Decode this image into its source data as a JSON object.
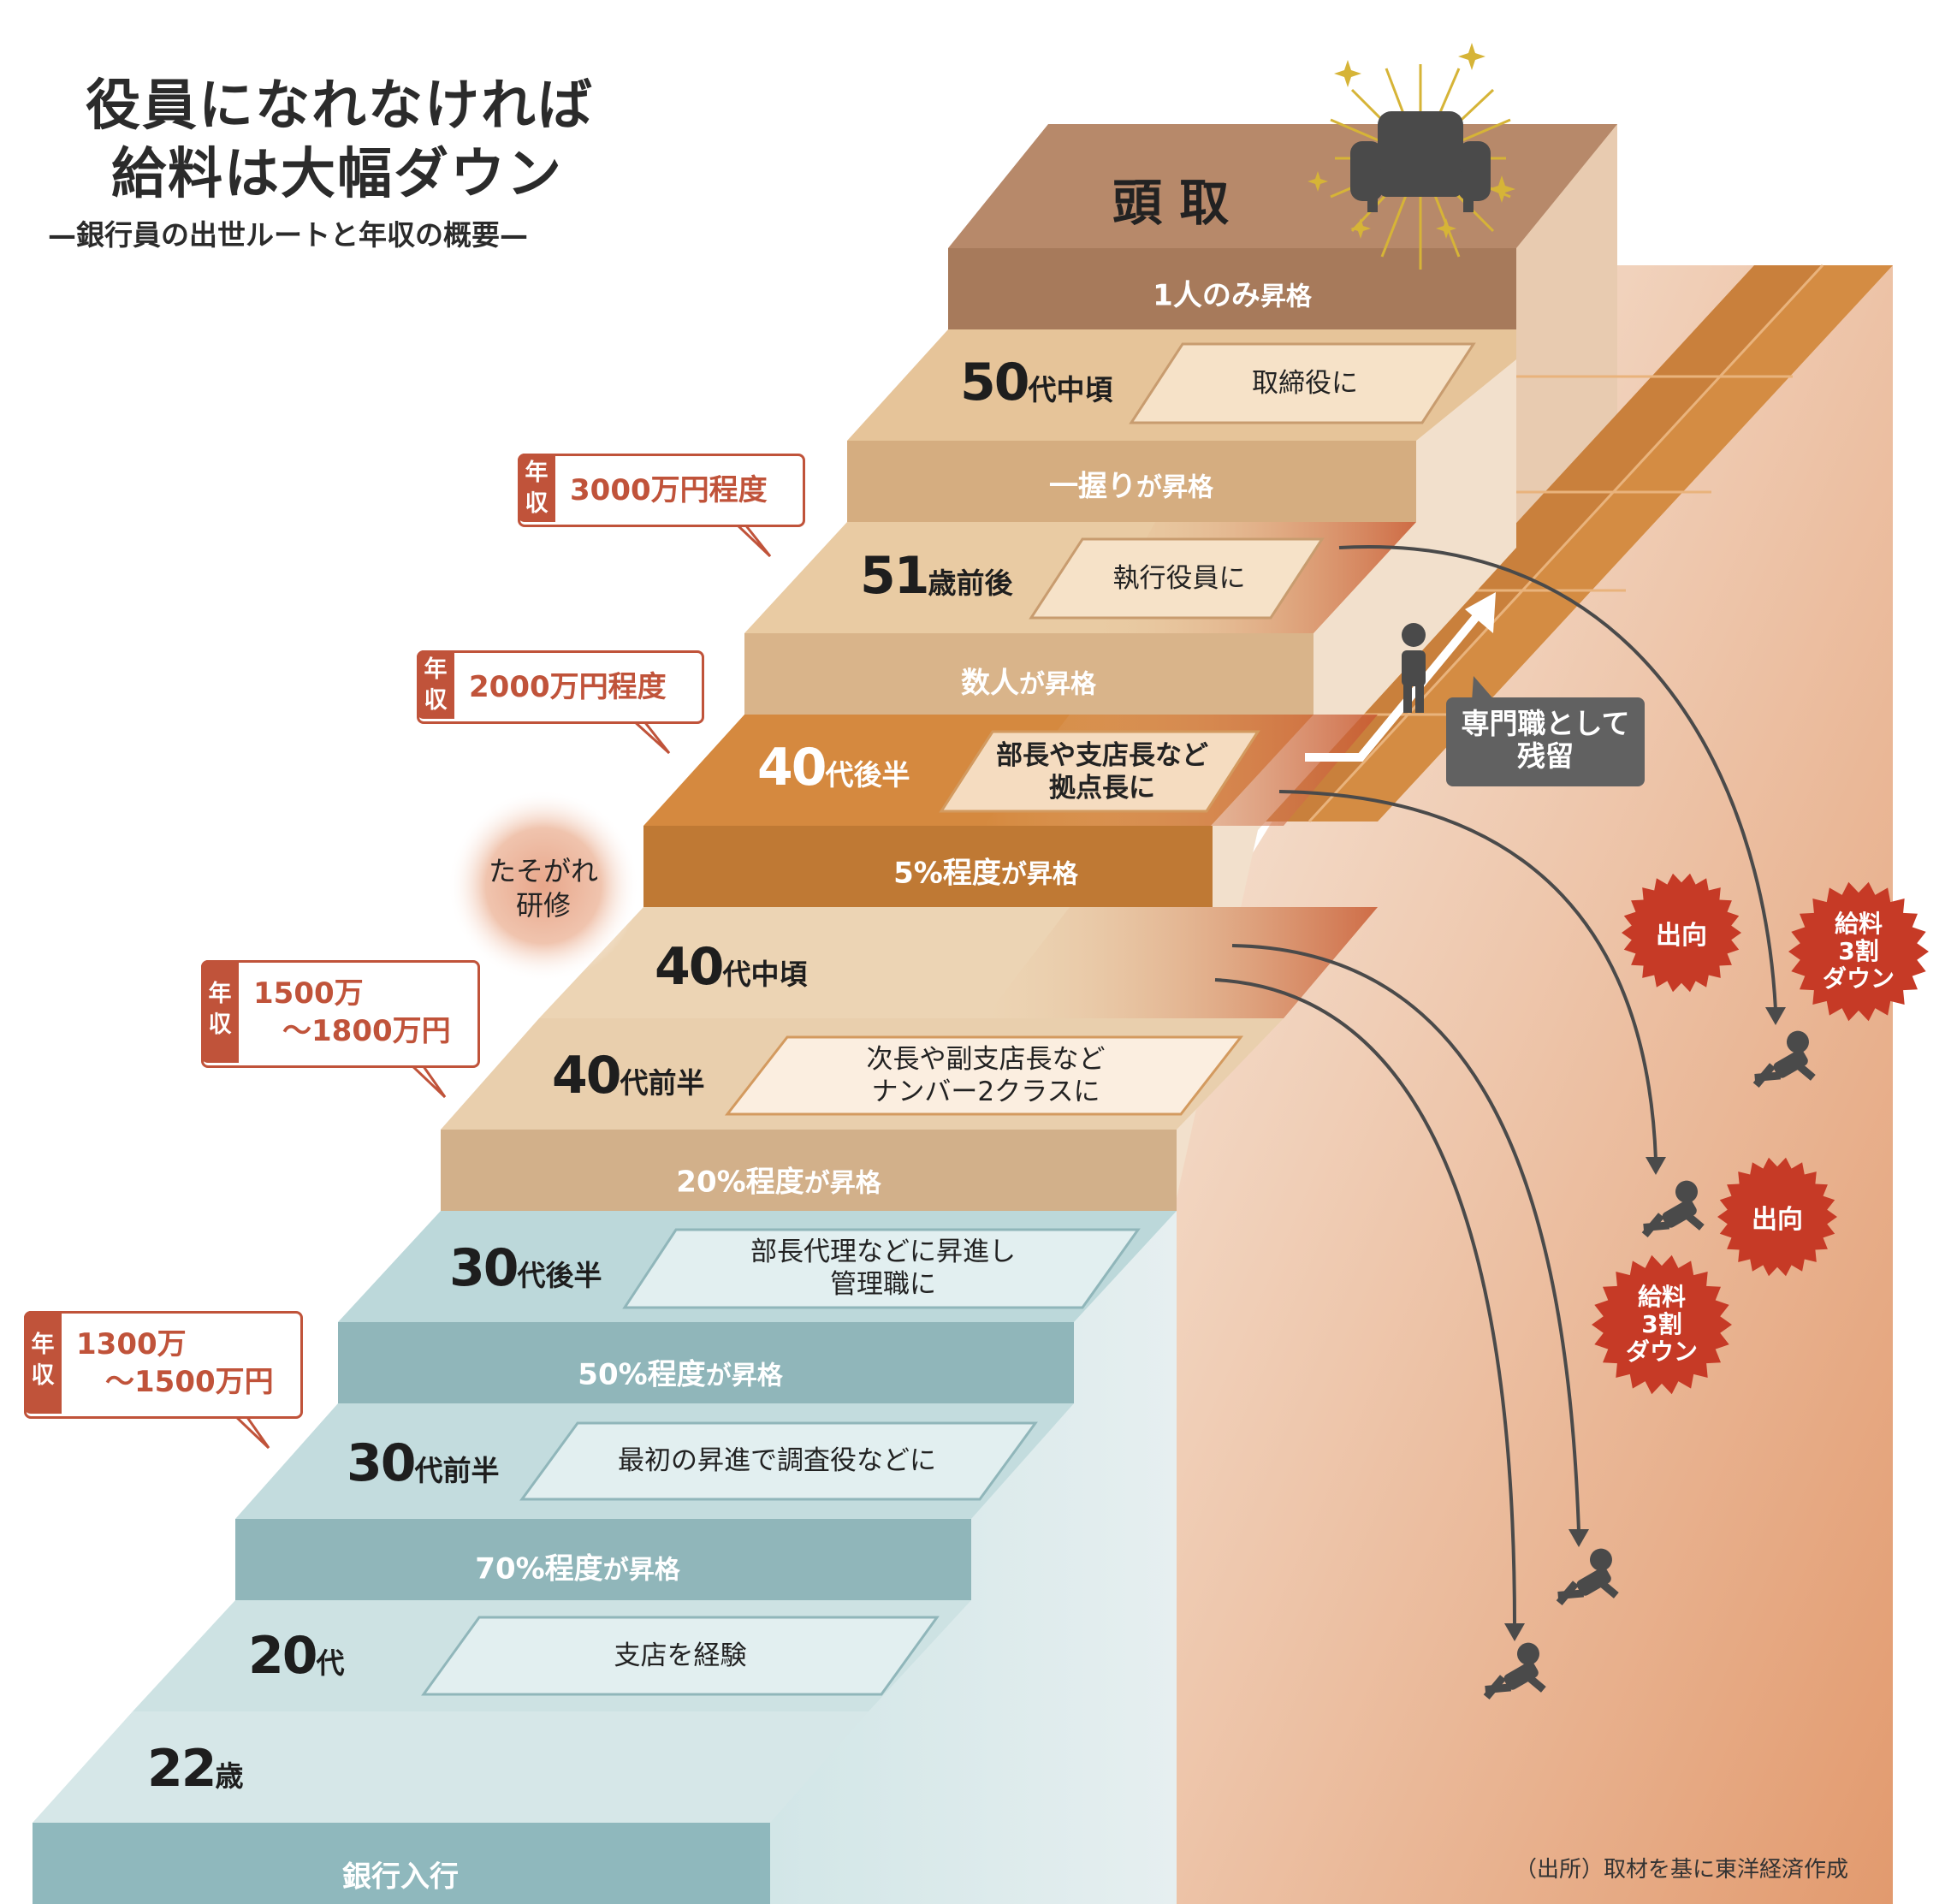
{
  "title": {
    "line1": "役員になれなければ",
    "line2": "給料は大幅ダウン",
    "subtitle": "—銀行員の出世ルートと年収の概要—"
  },
  "stairs": {
    "top": "頭 取",
    "promotions": [
      {
        "bold": "1人のみ",
        "rest": "昇格"
      },
      {
        "bold": "一握り",
        "rest": "が昇格"
      },
      {
        "bold": "数人",
        "rest": "が昇格"
      },
      {
        "bold": "5%程度",
        "rest": "が昇格"
      },
      {
        "bold": "20%程度",
        "rest": "が昇格"
      },
      {
        "bold": "50%程度",
        "rest": "が昇格"
      },
      {
        "bold": "70%程度",
        "rest": "が昇格"
      }
    ],
    "entry": "銀行入行",
    "ages": [
      {
        "num": "50",
        "unit": "代中頃"
      },
      {
        "num": "51",
        "unit": "歳前後"
      },
      {
        "num": "40",
        "unit": "代後半"
      },
      {
        "num": "40",
        "unit": "代中頃"
      },
      {
        "num": "40",
        "unit": "代前半"
      },
      {
        "num": "30",
        "unit": "代後半"
      },
      {
        "num": "30",
        "unit": "代前半"
      },
      {
        "num": "20",
        "unit": "代"
      },
      {
        "num": "22",
        "unit": "歳"
      }
    ],
    "positions": [
      "取締役に",
      "執行役員に",
      "部長や支店長など\n拠点長に",
      "次長や副支店長など\nナンバー2クラスに",
      "部長代理などに昇進し\n管理職に",
      "最初の昇進で調査役などに",
      "支店を経験"
    ]
  },
  "salaries": [
    {
      "tag": "年\n収",
      "value": "3000万円程度"
    },
    {
      "tag": "年\n収",
      "value": "2000万円程度"
    },
    {
      "tag": "年\n収",
      "value": "1500万\n　〜1800万円"
    },
    {
      "tag": "年\n収",
      "value": "1300万\n　〜1500万円"
    }
  ],
  "notes": {
    "twilight": "たそがれ\n研修",
    "specialist": "専門職として\n残留",
    "secondment_1": "出向",
    "pay_cut_1": "給料\n3割\nダウン",
    "secondment_2": "出向",
    "pay_cut_2": "給料\n3割\nダウン"
  },
  "icons": [
    "armchair-icon",
    "sparkle-icon",
    "person-icon",
    "falling-person-icon",
    "arrow-icon"
  ],
  "colors": {
    "brown_top": "#b08363",
    "tan": "#e5c398",
    "orange": "#d58f45",
    "teal": "#8fb8bd",
    "salary_red": "#c0533a",
    "burst_red": "#c63a26"
  },
  "source": "（出所）取材を基に東洋経済作成"
}
